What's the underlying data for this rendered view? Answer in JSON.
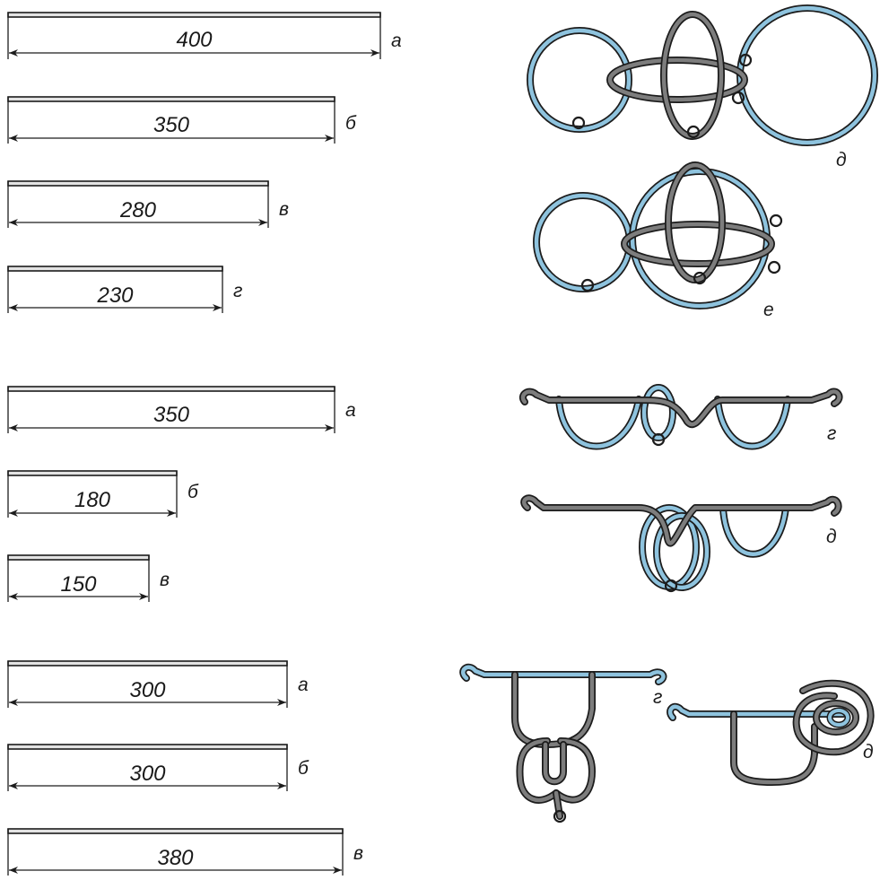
{
  "colors": {
    "wire_gray": "#7d7d7d",
    "wire_blue": "#8ec3de",
    "outline": "#1c1c1c",
    "rod_fill": "#e3e3e3"
  },
  "groups": [
    {
      "rods": [
        {
          "length_label": "400",
          "letter": "а",
          "length_units": 400
        },
        {
          "length_label": "350",
          "letter": "б",
          "length_units": 350
        },
        {
          "length_label": "280",
          "letter": "в",
          "length_units": 280
        },
        {
          "length_label": "230",
          "letter": "г",
          "length_units": 230
        }
      ],
      "figures": [
        {
          "letter": "д"
        },
        {
          "letter": "е"
        }
      ]
    },
    {
      "rods": [
        {
          "length_label": "350",
          "letter": "а",
          "length_units": 350
        },
        {
          "length_label": "180",
          "letter": "б",
          "length_units": 180
        },
        {
          "length_label": "150",
          "letter": "в",
          "length_units": 150
        }
      ],
      "figures": [
        {
          "letter": "г"
        },
        {
          "letter": "д"
        }
      ]
    },
    {
      "rods": [
        {
          "length_label": "300",
          "letter": "а",
          "length_units": 300
        },
        {
          "length_label": "300",
          "letter": "б",
          "length_units": 300
        },
        {
          "length_label": "380",
          "letter": "в",
          "length_units": 380
        }
      ],
      "figures": [
        {
          "letter": "г"
        },
        {
          "letter": "д"
        }
      ]
    }
  ]
}
